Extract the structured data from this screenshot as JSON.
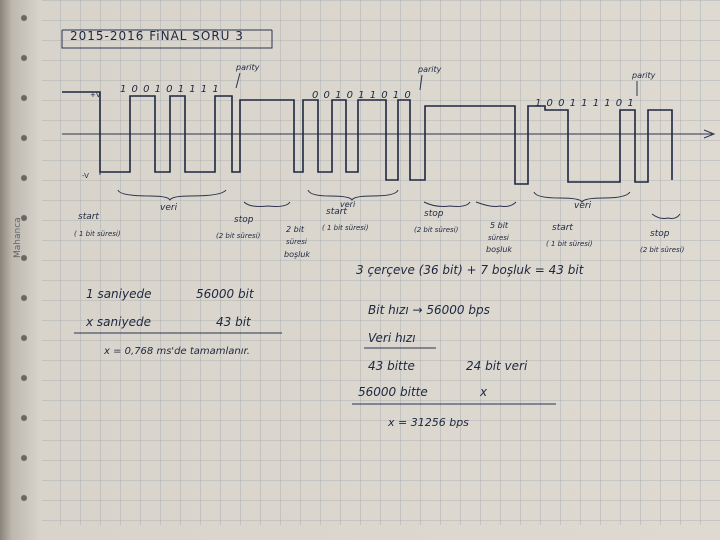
{
  "title": "2015-2016 FiNAL SORU 3",
  "levels": {
    "high": "+V",
    "low": "-V"
  },
  "frames": [
    {
      "bits": "1 0 0 1 0 1 1 1 1",
      "parity_label": "parity"
    },
    {
      "bits": "0 0 1 0 1 1 0 1 0",
      "parity_label": "parity"
    },
    {
      "bits": "1 0 0 1 1 1 1 0 1",
      "parity_label": "parity"
    }
  ],
  "labels": {
    "veri": "veri",
    "start": "start",
    "start_dur": "( 1 bit süresi)",
    "stop": "stop",
    "stop_dur": "(2 bit süresi)",
    "gap2_a": "2 bit",
    "gap2_b": "süresi",
    "gap2_c": "boşluk",
    "gap5_a": "5 bit",
    "gap5_b": "süresi",
    "gap5_c": "boşluk"
  },
  "summary": "3 çerçeve (36 bit) + 7 boşluk = 43 bit",
  "calc_left": {
    "row1_a": "1 saniyede",
    "row1_b": "56000 bit",
    "row2_a": "x saniyede",
    "row2_b": "43 bit",
    "result": "x = 0,768 ms'de tamamlanır."
  },
  "calc_right": {
    "bitrate": "Bit hızı → 56000 bps",
    "title": "Veri hızı",
    "row1_a": "43 bitte",
    "row1_b": "24 bit veri",
    "row2_a": "56000 bitte",
    "row2_b": "x",
    "result": "x = 31256 bps"
  },
  "watermark": "Mahanca"
}
